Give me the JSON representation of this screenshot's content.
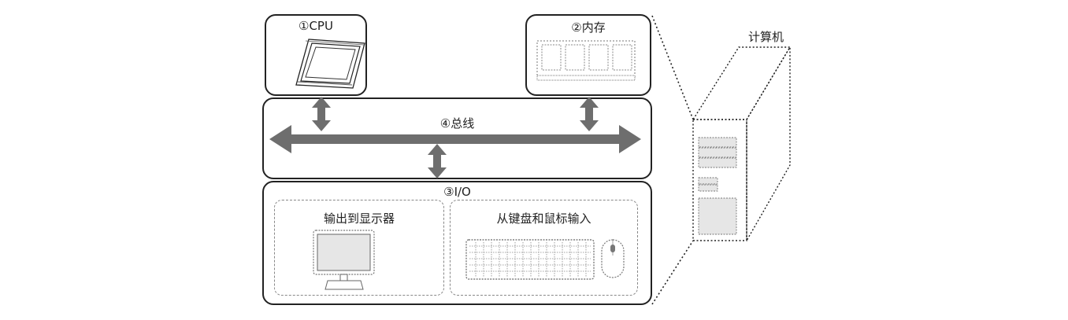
{
  "cpu": {
    "label": "①CPU"
  },
  "memory": {
    "label": "②内存"
  },
  "bus": {
    "label": "④总线"
  },
  "io": {
    "label": "③I/O",
    "output": {
      "label": "输出到显示器"
    },
    "input": {
      "label": "从键盘和鼠标输入"
    }
  },
  "computer": {
    "label": "计算机"
  },
  "colors": {
    "stroke": "#222222",
    "arrow": "#6e6e6e",
    "fill": "#e6e6e6",
    "dash": "#888888"
  }
}
